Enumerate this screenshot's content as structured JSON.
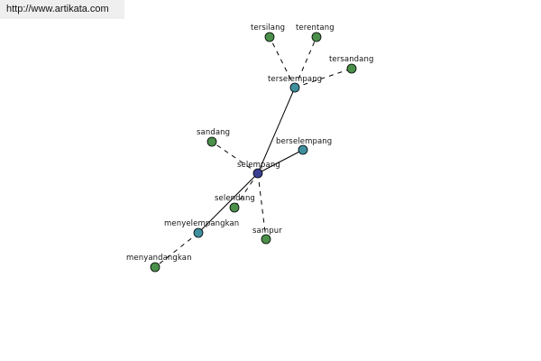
{
  "source": {
    "url_text": "http://www.artikata.com"
  },
  "colors": {
    "center": "#3a3f93",
    "branch": "#3f8f9f",
    "leaf": "#4a8f4a",
    "edge": "#000000"
  },
  "graph": {
    "nodes": [
      {
        "id": "selempang",
        "label": "selempang",
        "kind": "center"
      },
      {
        "id": "terselempang",
        "label": "terselempang",
        "kind": "branch"
      },
      {
        "id": "berselempang",
        "label": "berselempang",
        "kind": "branch"
      },
      {
        "id": "menyelempangkan",
        "label": "menyelempangkan",
        "kind": "branch"
      },
      {
        "id": "tersilang",
        "label": "tersilang",
        "kind": "leaf"
      },
      {
        "id": "terentang",
        "label": "terentang",
        "kind": "leaf"
      },
      {
        "id": "tersandang",
        "label": "tersandang",
        "kind": "leaf"
      },
      {
        "id": "sandang",
        "label": "sandang",
        "kind": "leaf"
      },
      {
        "id": "selendang",
        "label": "selendang",
        "kind": "leaf"
      },
      {
        "id": "sampur",
        "label": "sampur",
        "kind": "leaf"
      },
      {
        "id": "menyandangkan",
        "label": "menyandangkan",
        "kind": "leaf"
      }
    ],
    "edges": [
      {
        "from": "selempang",
        "to": "terselempang",
        "style": "solid"
      },
      {
        "from": "selempang",
        "to": "berselempang",
        "style": "solid"
      },
      {
        "from": "selempang",
        "to": "menyelempangkan",
        "style": "solid"
      },
      {
        "from": "selempang",
        "to": "sandang",
        "style": "dashed"
      },
      {
        "from": "selempang",
        "to": "selendang",
        "style": "dashed"
      },
      {
        "from": "selempang",
        "to": "sampur",
        "style": "dashed"
      },
      {
        "from": "terselempang",
        "to": "tersilang",
        "style": "dashed"
      },
      {
        "from": "terselempang",
        "to": "terentang",
        "style": "dashed"
      },
      {
        "from": "terselempang",
        "to": "tersandang",
        "style": "dashed"
      },
      {
        "from": "menyelempangkan",
        "to": "menyandangkan",
        "style": "dashed"
      }
    ]
  }
}
